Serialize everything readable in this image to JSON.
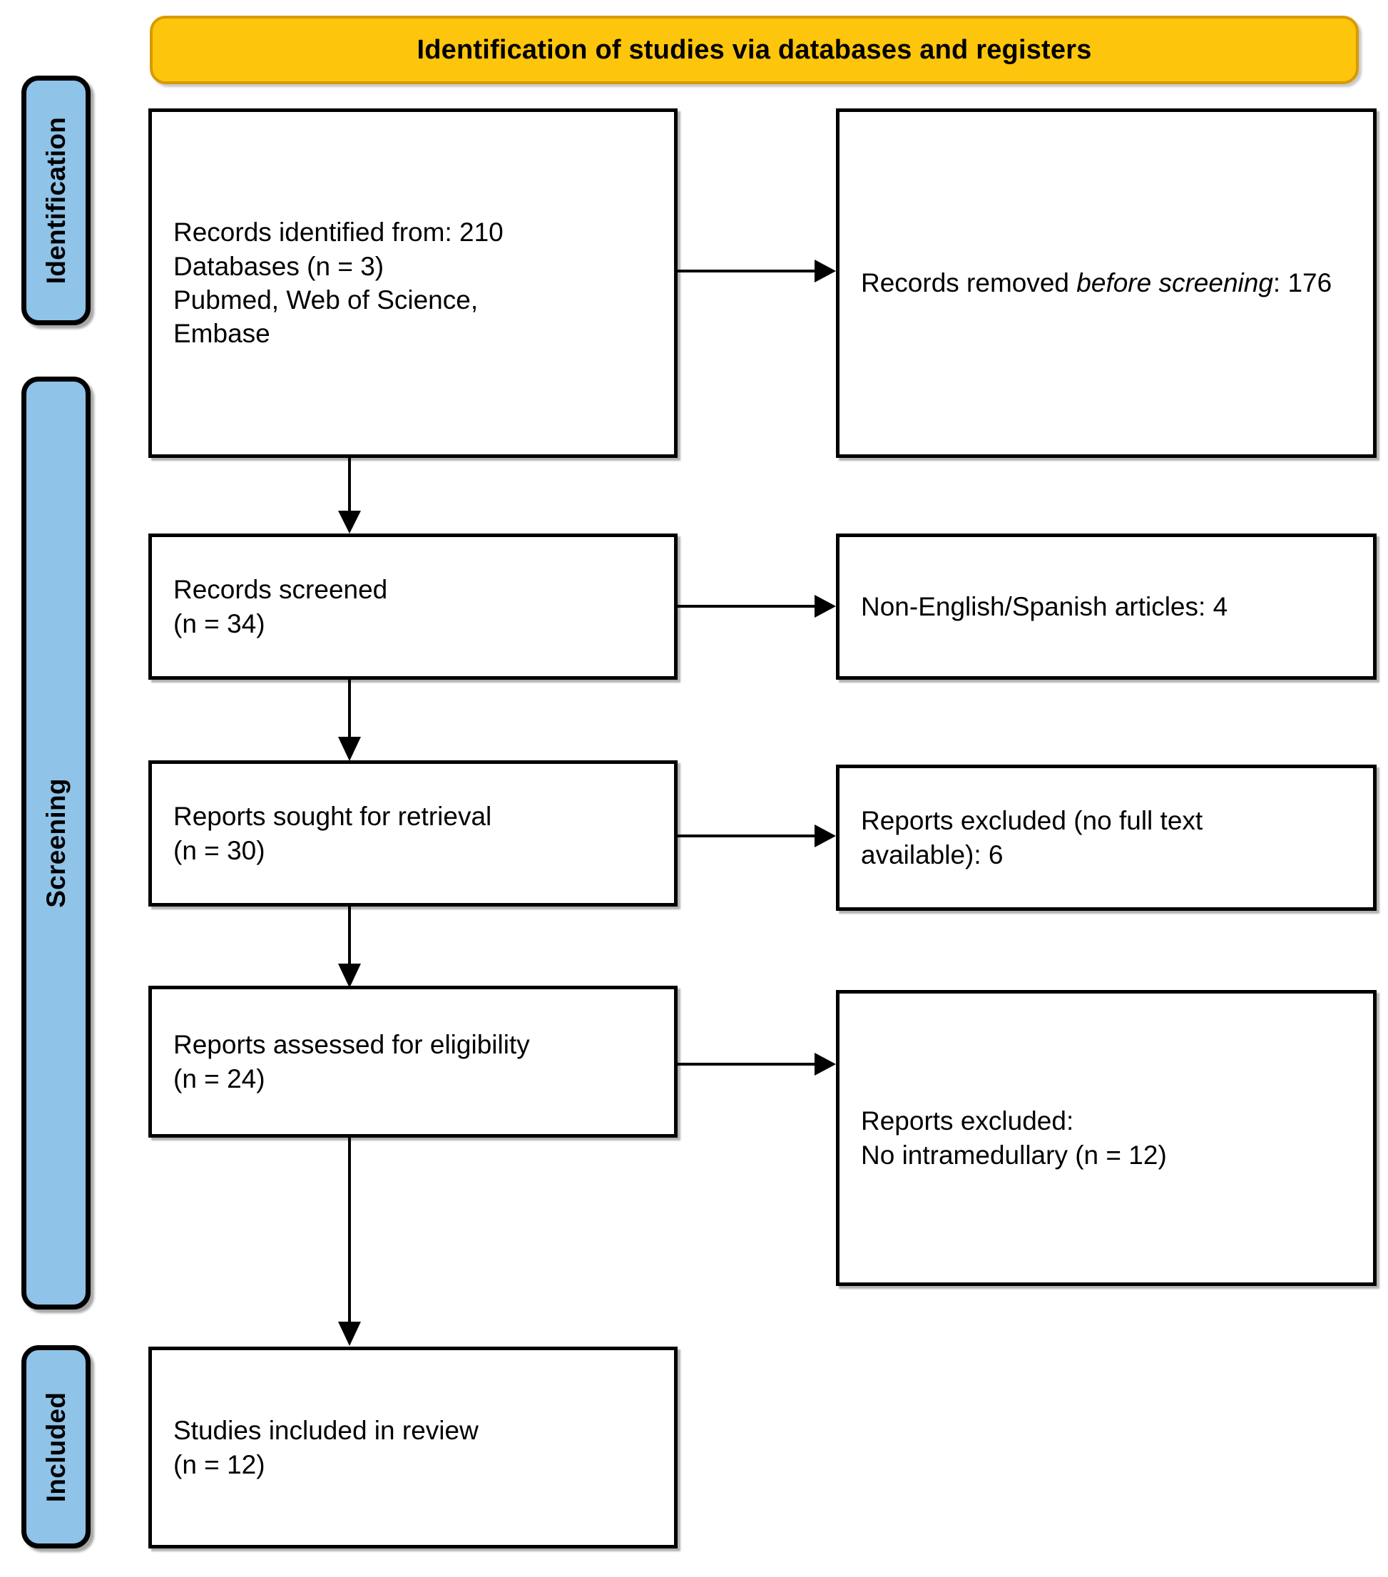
{
  "diagram": {
    "title": "Identification of studies via databases and registers",
    "type": "prisma-flow-diagram",
    "colors": {
      "header_fill": "#FDC50C",
      "header_border": "#D89A00",
      "stage_bar_fill": "#8FC3E8",
      "box_border": "#000000",
      "box_fill": "#FFFFFF",
      "text": "#000000"
    }
  },
  "stages": [
    {
      "label": "Identification"
    },
    {
      "label": "Screening"
    },
    {
      "label": "Included"
    }
  ],
  "boxes": {
    "records_identified": {
      "text": "Records identified from: 210\n    Databases (n = 3)\n    Pubmed, Web of Science,\n    Embase",
      "count": 210,
      "databases_n": 3,
      "databases": "Pubmed, Web of Science, Embase"
    },
    "records_removed": {
      "prefix": "Records removed ",
      "italic_part": "before screening",
      "suffix": ": 176",
      "count": 176
    },
    "records_screened": {
      "text": "Records screened\n(n = 34)",
      "count": 34
    },
    "non_english_excluded": {
      "text": "Non-English/Spanish articles: 4",
      "count": 4
    },
    "reports_sought": {
      "text": "Reports sought for retrieval\n(n = 30)",
      "count": 30
    },
    "reports_excluded_no_text": {
      "text": "Reports excluded (no full text\navailable): 6",
      "count": 6
    },
    "reports_assessed": {
      "text": "Reports assessed for eligibility\n(n = 24)",
      "count": 24
    },
    "reports_excluded_reasons": {
      "text": "Reports excluded:\n    No intramedullary (n = 12)",
      "count": 12
    },
    "studies_included": {
      "text": "Studies included in review\n(n = 12)",
      "count": 12
    }
  }
}
